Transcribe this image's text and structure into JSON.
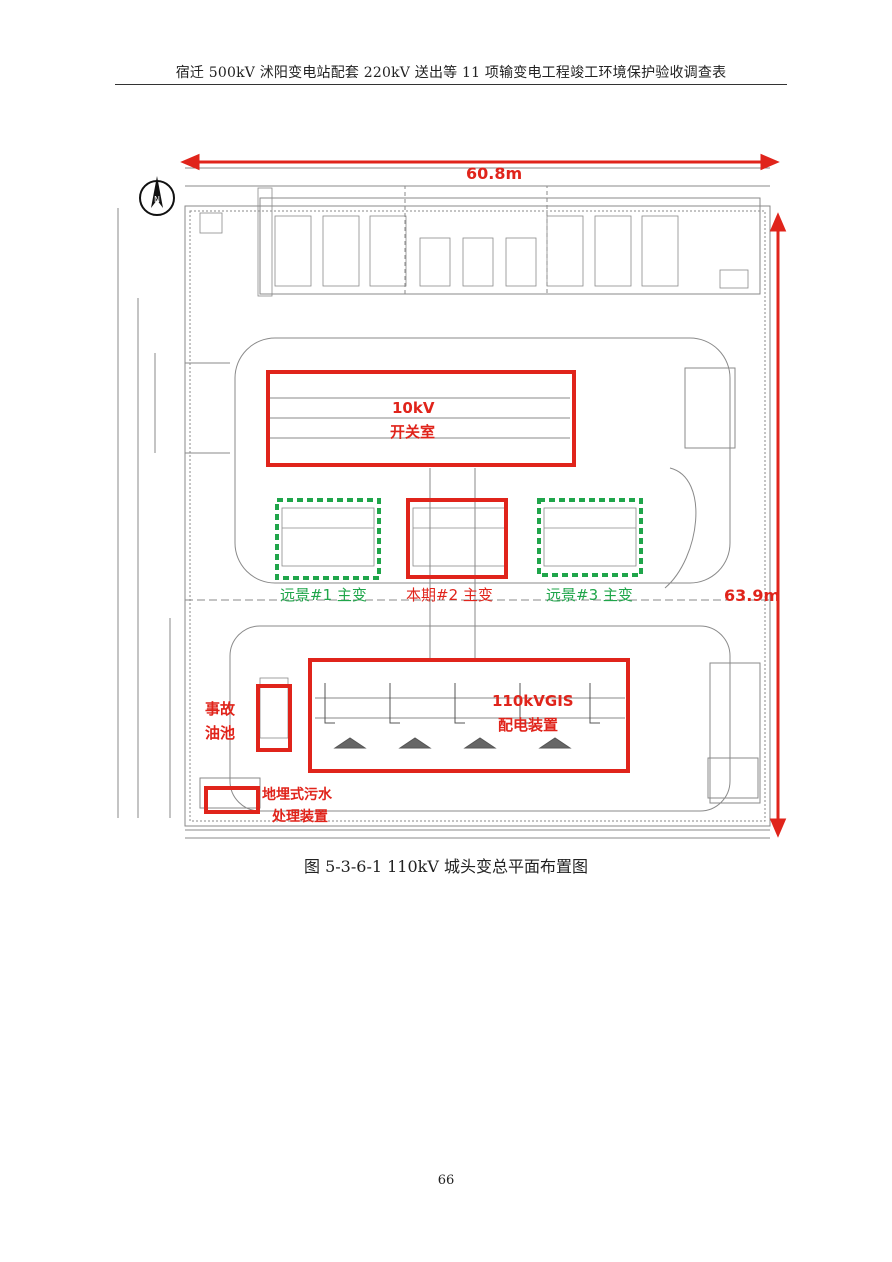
{
  "header": {
    "title": "宿迁 500kV 沭阳变电站配套 220kV 送出等 11 项输变电工程竣工环境保护验收调查表"
  },
  "figure": {
    "dims": {
      "width": "60.8m",
      "height": "63.9m"
    },
    "labels": {
      "switch_room_line1": "10kV",
      "switch_room_line2": "开关室",
      "transformer_1": "远景#1 主变",
      "transformer_2": "本期#2 主变",
      "transformer_3": "远景#3 主变",
      "gis_line1": "110kVGIS",
      "gis_line2": "配电装置",
      "oil_pool_line1": "事故",
      "oil_pool_line2": "油池",
      "sewage_line1": "地埋式污水",
      "sewage_line2": "处理装置"
    },
    "colors": {
      "highlight_red": "#e0241b",
      "highlight_green": "#1fa54a",
      "drawing_gray": "#8a8a8a"
    }
  },
  "caption": {
    "text": "图 5-3-6-1    110kV 城头变总平面布置图"
  },
  "page_number": "66"
}
